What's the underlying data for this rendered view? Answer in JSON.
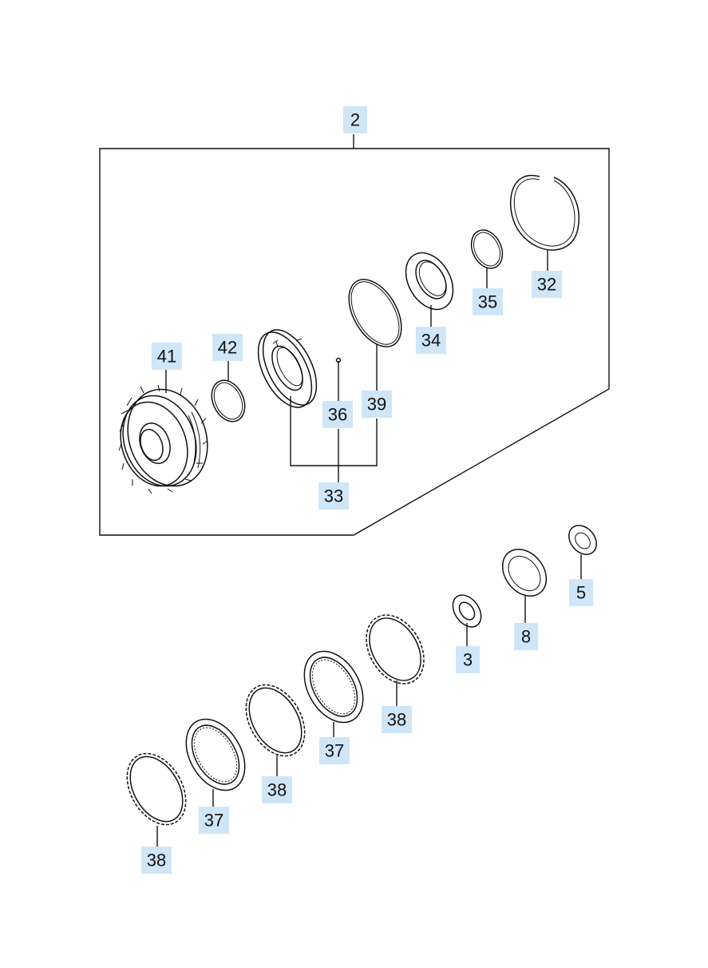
{
  "callouts": {
    "c2": "2",
    "c41": "41",
    "c42": "42",
    "c36": "36",
    "c39": "39",
    "c33": "33",
    "c34": "34",
    "c35": "35",
    "c32": "32",
    "c5": "5",
    "c8": "8",
    "c3": "3",
    "c38a": "38",
    "c37a": "37",
    "c38b": "38",
    "c37b": "37",
    "c38c": "38"
  },
  "colors": {
    "callout_fill": "#cfe6f8",
    "line": "#111111",
    "background": "#ffffff"
  }
}
